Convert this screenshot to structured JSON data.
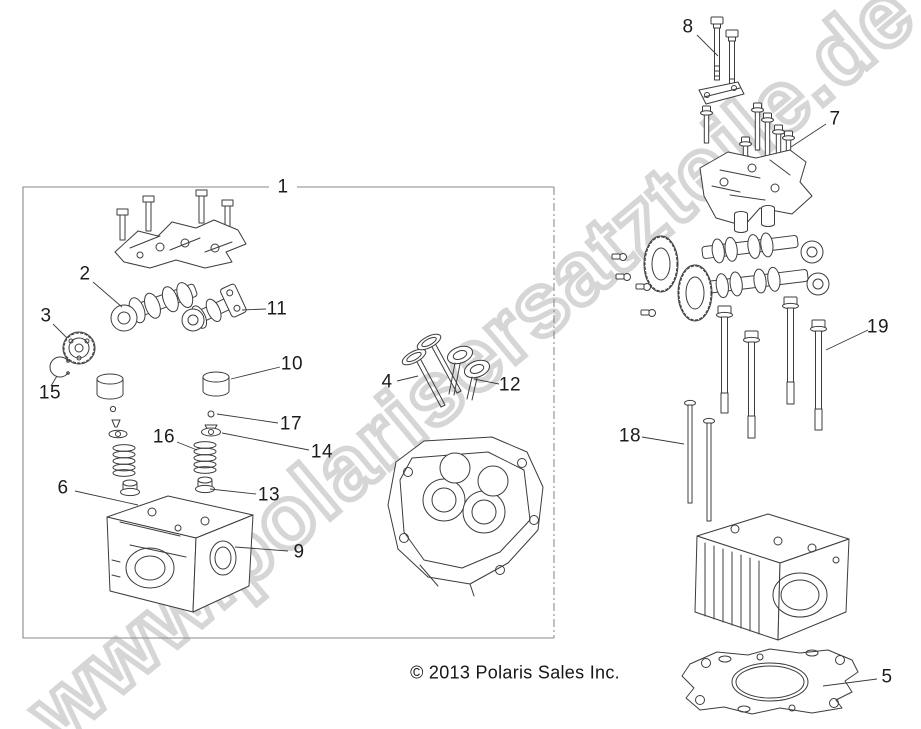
{
  "watermark": {
    "text": "www.polarisersatzteile.de",
    "color": "#d6d6d6"
  },
  "footer": {
    "copyright": "© 2013 Polaris Sales Inc."
  },
  "diagram": {
    "callouts": [
      {
        "num": "1"
      },
      {
        "num": "2"
      },
      {
        "num": "3"
      },
      {
        "num": "4"
      },
      {
        "num": "5"
      },
      {
        "num": "6"
      },
      {
        "num": "7"
      },
      {
        "num": "8"
      },
      {
        "num": "9"
      },
      {
        "num": "10"
      },
      {
        "num": "11"
      },
      {
        "num": "12"
      },
      {
        "num": "13"
      },
      {
        "num": "14"
      },
      {
        "num": "15"
      },
      {
        "num": "16"
      },
      {
        "num": "17"
      },
      {
        "num": "18"
      },
      {
        "num": "19"
      }
    ]
  }
}
